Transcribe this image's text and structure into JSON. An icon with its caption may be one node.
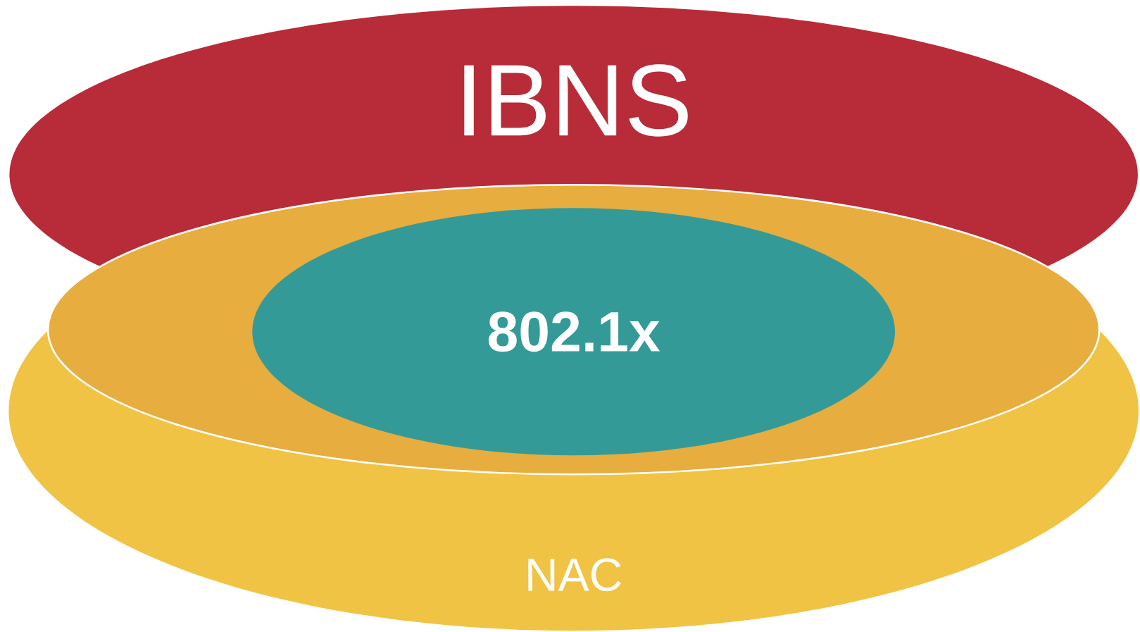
{
  "diagram": {
    "nodes": [
      {
        "text": [
          "IBNS"
        ]
      },
      {
        "text": [
          "NAC"
        ]
      },
      {
        "text": [
          "802.1x"
        ],
        "in": 1
      }
    ]
  }
}
